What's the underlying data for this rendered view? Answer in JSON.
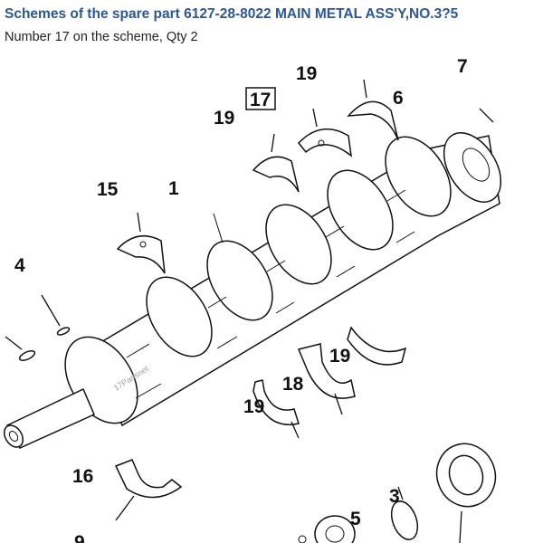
{
  "header": {
    "title": "Schemes of the spare part 6127-28-8022 MAIN METAL ASS'Y,NO.3?5",
    "subtitle": "Number 17 on the scheme, Qty 2"
  },
  "scheme": {
    "watermark": "17Partsnet",
    "callouts": {
      "c19a": "19",
      "c7": "7",
      "c17": "17",
      "c6": "6",
      "c19b": "19",
      "c15": "15",
      "c1": "1",
      "c4": "4",
      "c19c": "19",
      "c18": "18",
      "c19d": "19",
      "c16": "16",
      "c5": "5",
      "c3": "3",
      "c9": "9"
    },
    "highlighted_callout": "17"
  }
}
